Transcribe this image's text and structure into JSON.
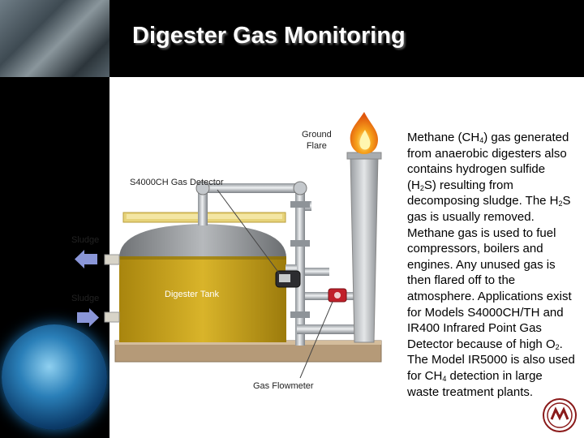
{
  "slide": {
    "title": "Digester Gas Monitoring"
  },
  "diagram": {
    "labels": {
      "ground_flare": [
        "Ground",
        "Flare"
      ],
      "gas_detector": "S4000CH Gas Detector",
      "sludge_out": "Sludge",
      "sludge_in": "Sludge",
      "digester_tank": "Digester Tank",
      "gas_flowmeter": "Gas Flowmeter"
    }
  },
  "description": {
    "segments": [
      {
        "t": "Methane (CH"
      },
      {
        "sub": "4"
      },
      {
        "t": ") gas generated from anaerobic digesters also contains hydrogen sulfide (H"
      },
      {
        "sub": "2"
      },
      {
        "t": "S) resulting from decomposing sludge. The H"
      },
      {
        "sub": "2"
      },
      {
        "t": "S gas is usually removed. Methane gas is used to fuel compressors, boilers and engines. Any unused gas is then flared off to the atmosphere. Applications exist for Models S4000CH/TH and IR400 Infrared Point Gas Detector because of high O"
      },
      {
        "sub": "2"
      },
      {
        "t": ". The Model IR5000 is also used for CH"
      },
      {
        "sub": "4"
      },
      {
        "t": " detection in large waste treatment plants."
      }
    ]
  },
  "colors": {
    "tank_body": "#c9a21a",
    "tank_dome": "#9a9a9a",
    "ground": "#b59a78",
    "flame": "#f28a12",
    "pipe": "#b8bcc0",
    "arrow": "#8a96d8"
  },
  "icons": [
    "globe-icon",
    "company-logo-icon"
  ]
}
